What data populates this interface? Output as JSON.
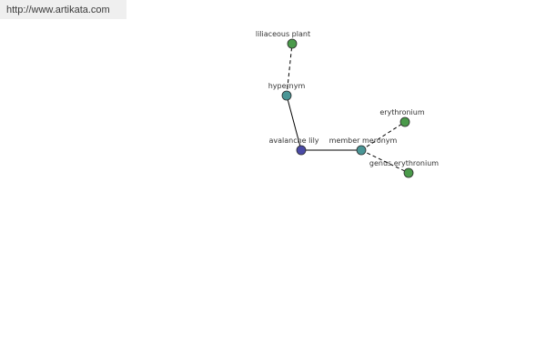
{
  "banner": {
    "url_text": "http://www.artikata.com"
  },
  "colors": {
    "root_node": "#4a4aa6",
    "relation_node": "#4a9696",
    "leaf_node": "#4a9a4a",
    "edge": "#000000",
    "banner_bg": "#efefef"
  },
  "graph": {
    "nodes": [
      {
        "id": "avalanche-lily",
        "label": "avalanche lily",
        "kind": "root"
      },
      {
        "id": "hypernym",
        "label": "hypernym",
        "kind": "relation"
      },
      {
        "id": "liliaceous-plant",
        "label": "liliaceous plant",
        "kind": "leaf"
      },
      {
        "id": "member-meronym",
        "label": "member meronym",
        "kind": "relation"
      },
      {
        "id": "erythronium",
        "label": "erythronium",
        "kind": "leaf"
      },
      {
        "id": "genus-erythronium",
        "label": "genus erythronium",
        "kind": "leaf"
      }
    ],
    "edges": [
      {
        "from": "avalanche-lily",
        "to": "hypernym",
        "style": "solid"
      },
      {
        "from": "hypernym",
        "to": "liliaceous-plant",
        "style": "dashed"
      },
      {
        "from": "avalanche-lily",
        "to": "member-meronym",
        "style": "solid"
      },
      {
        "from": "member-meronym",
        "to": "erythronium",
        "style": "dashed"
      },
      {
        "from": "member-meronym",
        "to": "genus-erythronium",
        "style": "dashed"
      }
    ]
  }
}
